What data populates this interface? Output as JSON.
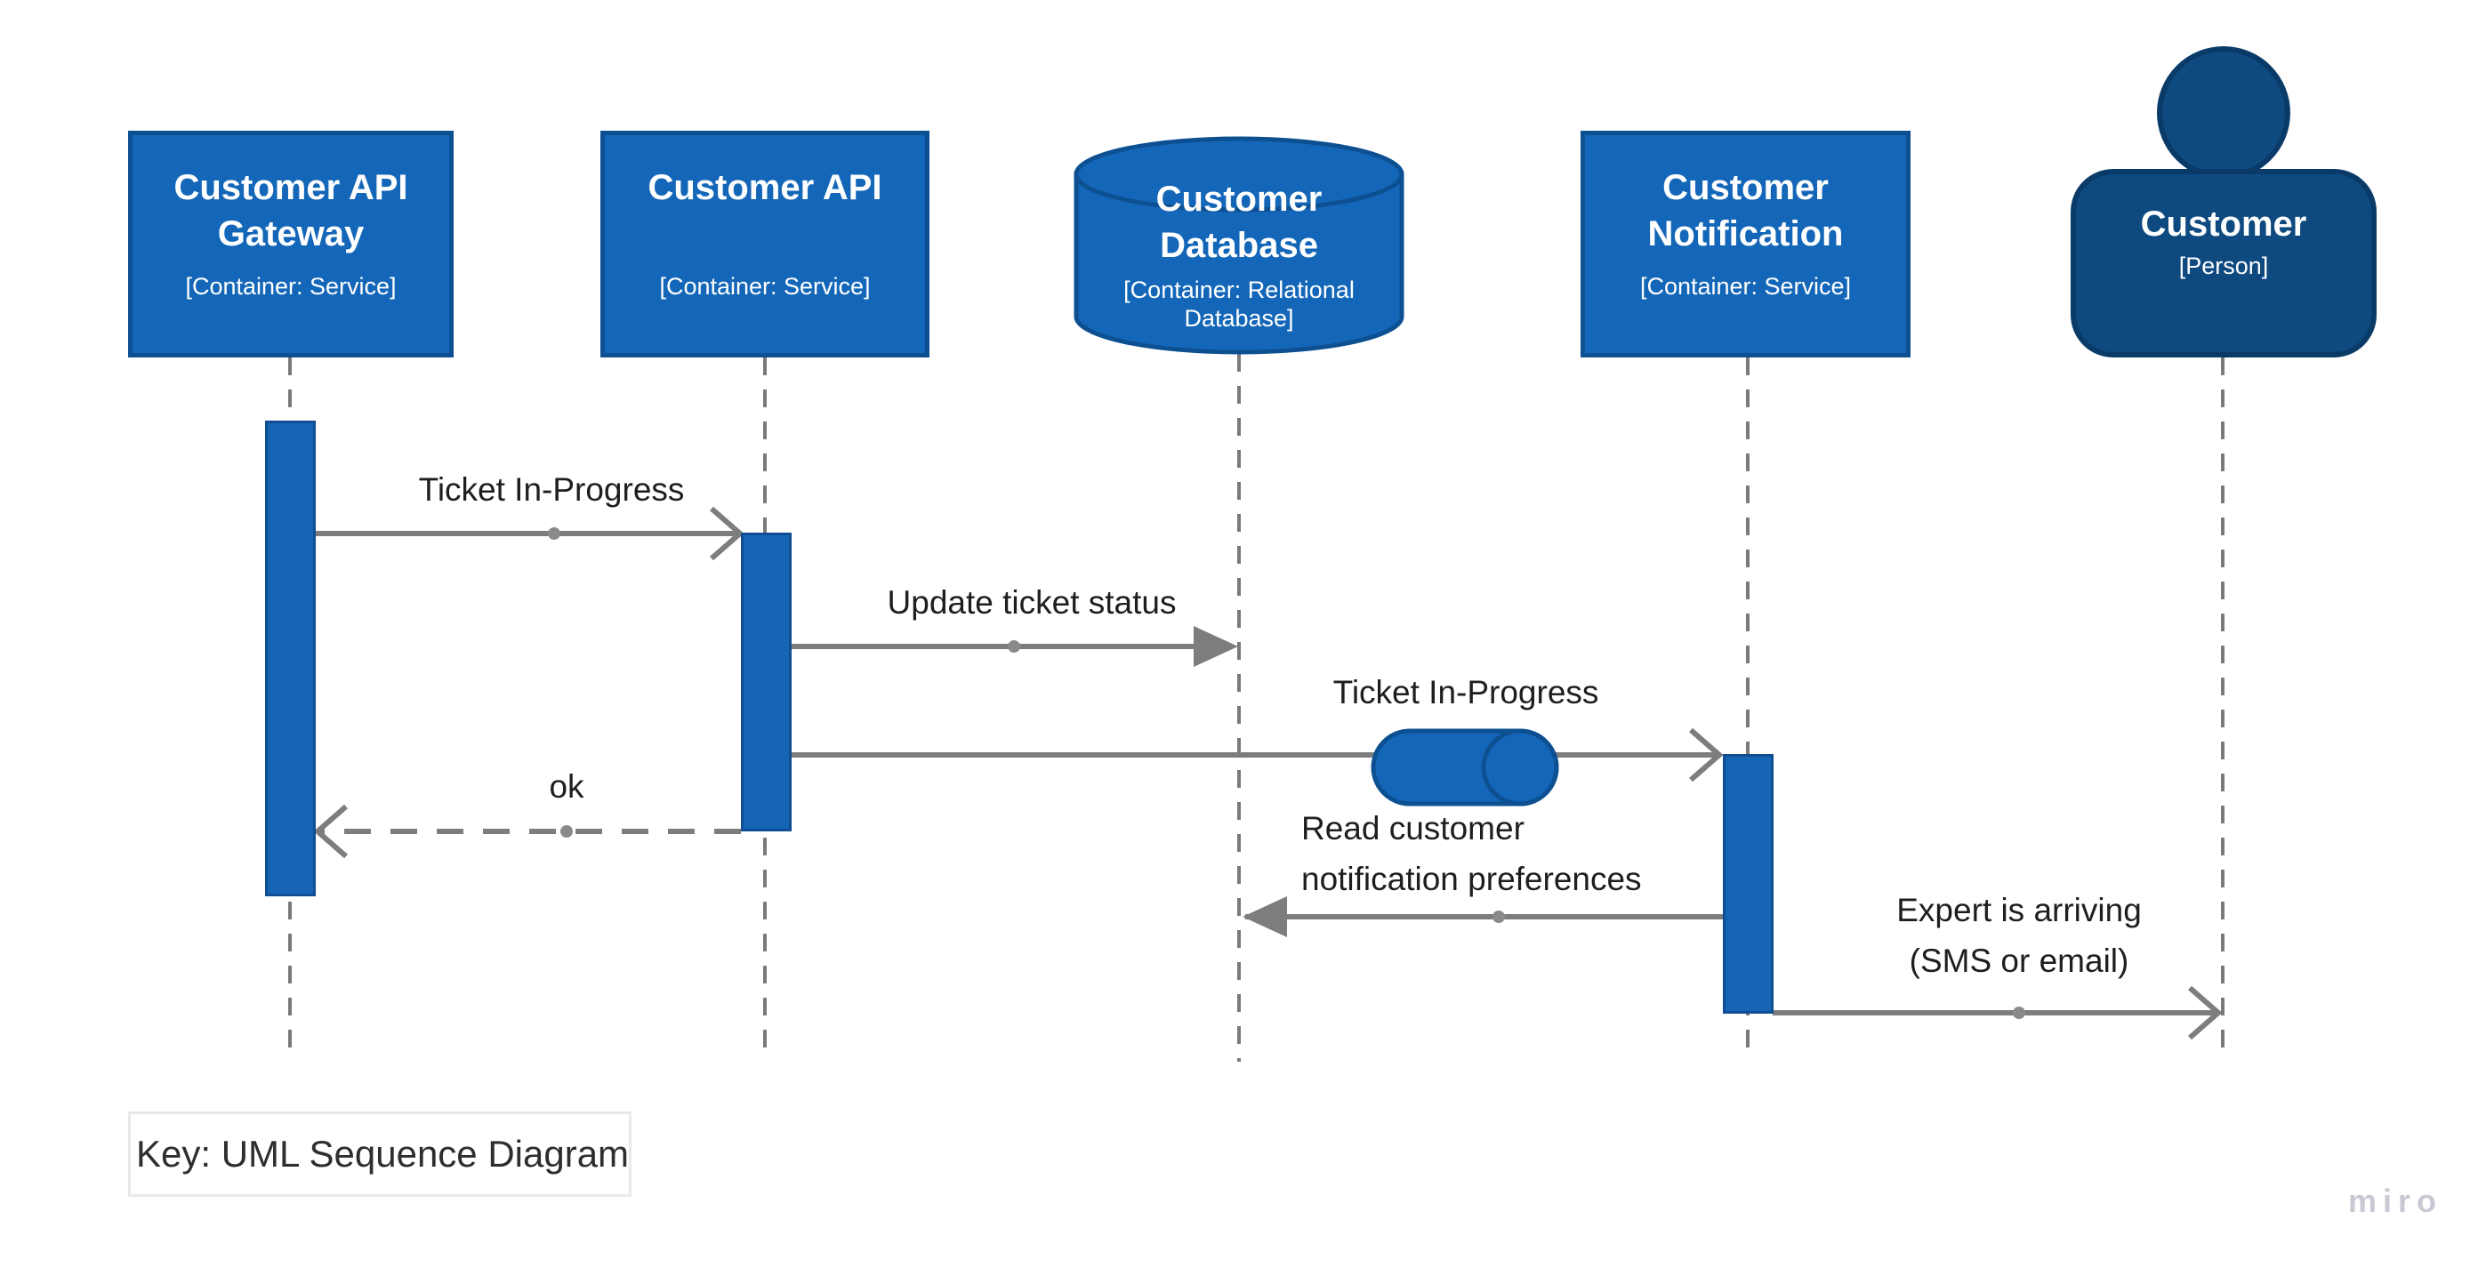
{
  "actors": {
    "gateway": {
      "title": [
        "Customer API",
        "Gateway"
      ],
      "subtitle": "[Container: Service]"
    },
    "api": {
      "title": "Customer API",
      "subtitle": "[Container: Service]"
    },
    "database": {
      "title": [
        "Customer",
        "Database"
      ],
      "subtitle": [
        "[Container: Relational",
        "Database]"
      ]
    },
    "notification": {
      "title": [
        "Customer",
        "Notification"
      ],
      "subtitle": "[Container: Service]"
    },
    "customer": {
      "title": "Customer",
      "subtitle": "[Person]"
    }
  },
  "messages": {
    "m1": {
      "label": "Ticket In-Progress"
    },
    "m2": {
      "label": "Update ticket status"
    },
    "m3": {
      "label": "Ticket In-Progress"
    },
    "m4": {
      "label": "ok"
    },
    "m5": {
      "label": [
        "Read customer",
        "notification preferences"
      ]
    },
    "m6": {
      "label": [
        "Expert is arriving",
        "(SMS or email)"
      ]
    }
  },
  "key": {
    "label": "Key: UML Sequence Diagram"
  },
  "watermark": {
    "label": "miro"
  },
  "colors": {
    "service_fill": "#1467B8",
    "service_border": "#0D5092",
    "person_fill": "#0E4A80",
    "person_border": "#0A3B68",
    "arrow": "#7D7D7D",
    "lifeline": "#7A7A7A",
    "label_text": "#1E1E1E",
    "watermark_text": "#C9C9D4"
  }
}
